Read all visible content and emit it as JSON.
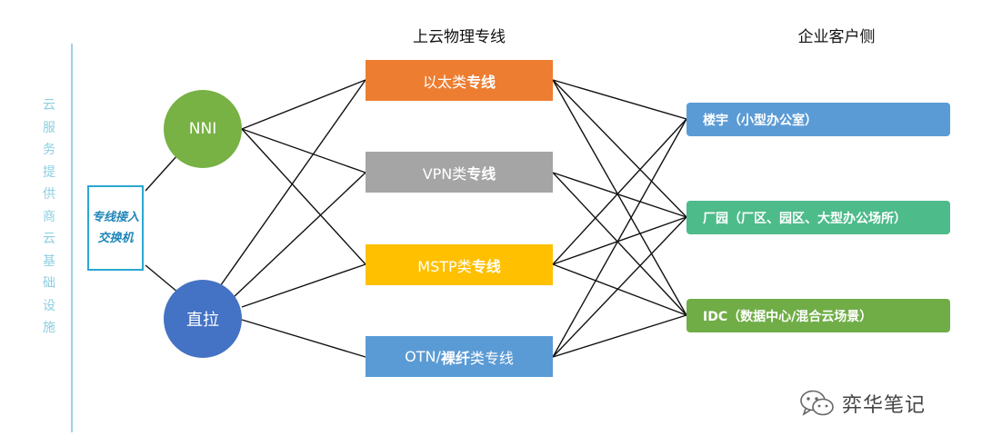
{
  "sidebar_label": "云服务提供商云基础设施",
  "switch": {
    "label": "专线接入交换机"
  },
  "nodes": {
    "nni": "NNI",
    "zhila": "直拉"
  },
  "headers": {
    "middle": "上云物理专线",
    "right": "企业客户侧"
  },
  "lines": {
    "ethernet": {
      "prefix": "以太类",
      "bold": "专线"
    },
    "vpn": {
      "prefix": "VPN类",
      "bold": "专线"
    },
    "mstp": {
      "prefix": "MSTP类",
      "bold": "专线"
    },
    "otn": {
      "prefix": "OTN/",
      "bold": "裸纤",
      "suffix": "类专线"
    }
  },
  "customers": {
    "building": "楼宇（小型办公室）",
    "park": "厂园（厂区、园区、大型办公场所）",
    "idc": "IDC（数据中心/混合云场景）"
  },
  "watermark": {
    "text": "弈华笔记",
    "icon": "wechat-icon"
  },
  "colors": {
    "nni": "#78b144",
    "zhila": "#4472c4",
    "ethernet": "#ed7d31",
    "vpn": "#a5a5a5",
    "mstp": "#ffc000",
    "otn": "#5b9bd5",
    "building": "#5b9bd5",
    "park": "#4dbb8a",
    "idc": "#70ad47",
    "accent": "#2aa7d3"
  }
}
